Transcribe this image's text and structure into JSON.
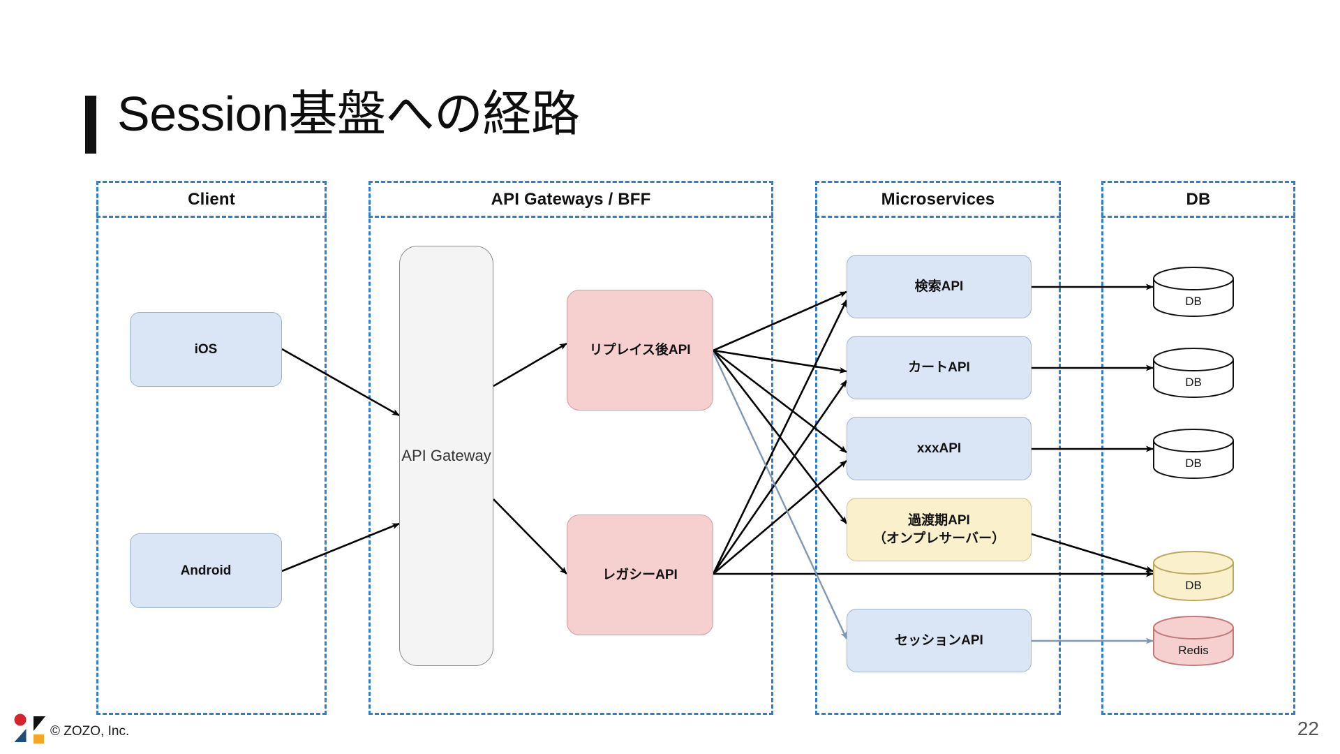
{
  "slide": {
    "title": "Session基盤への経路",
    "page_number": "22",
    "copyright": "© ZOZO, Inc.",
    "accent_color": "#2f7dd1",
    "title_bar_color": "#111111"
  },
  "lanes": [
    {
      "id": "client",
      "label": "Client"
    },
    {
      "id": "api-gateways",
      "label": "API Gateways / BFF"
    },
    {
      "id": "microservices",
      "label": "Microservices"
    },
    {
      "id": "db",
      "label": "DB"
    }
  ],
  "nodes": {
    "ios": {
      "label": "iOS",
      "color": "#dae5f5"
    },
    "android": {
      "label": "Android",
      "color": "#dae5f5"
    },
    "api_gateway": {
      "label": "API Gateway",
      "color": "#f4f4f4"
    },
    "new_api": {
      "label": "リプレイス後API",
      "color": "#f6cfcf"
    },
    "legacy_api": {
      "label": "レガシーAPI",
      "color": "#f6cfcf"
    },
    "search_api": {
      "label": "検索API",
      "color": "#dae5f5"
    },
    "cart_api": {
      "label": "カートAPI",
      "color": "#dae5f5"
    },
    "xxx_api": {
      "label": "xxxAPI",
      "color": "#dae5f5"
    },
    "transition_api": {
      "label": "過渡期API\n（オンプレサーバー）",
      "line1": "過渡期API",
      "line2": "（オンプレサーバー）",
      "color": "#fbf0cc"
    },
    "session_api": {
      "label": "セッションAPI",
      "color": "#dae5f5"
    },
    "db_search": {
      "label": "DB",
      "color": "#ffffff"
    },
    "db_cart": {
      "label": "DB",
      "color": "#ffffff"
    },
    "db_xxx": {
      "label": "DB",
      "color": "#ffffff"
    },
    "db_legacy": {
      "label": "DB",
      "color": "#fbf0cc"
    },
    "redis": {
      "label": "Redis",
      "color": "#f6cfcf"
    }
  },
  "edges": [
    {
      "from": "ios",
      "to": "api_gateway",
      "style": "solid-black"
    },
    {
      "from": "android",
      "to": "api_gateway",
      "style": "solid-black"
    },
    {
      "from": "api_gateway",
      "to": "new_api",
      "style": "solid-black"
    },
    {
      "from": "api_gateway",
      "to": "legacy_api",
      "style": "solid-black"
    },
    {
      "from": "new_api",
      "to": "search_api",
      "style": "solid-black"
    },
    {
      "from": "new_api",
      "to": "cart_api",
      "style": "solid-black"
    },
    {
      "from": "new_api",
      "to": "xxx_api",
      "style": "solid-black"
    },
    {
      "from": "new_api",
      "to": "transition_api",
      "style": "solid-black"
    },
    {
      "from": "new_api",
      "to": "session_api",
      "style": "solid-gray-blue"
    },
    {
      "from": "legacy_api",
      "to": "search_api",
      "style": "solid-black"
    },
    {
      "from": "legacy_api",
      "to": "cart_api",
      "style": "solid-black"
    },
    {
      "from": "legacy_api",
      "to": "xxx_api",
      "style": "solid-black"
    },
    {
      "from": "legacy_api",
      "to": "db_legacy",
      "style": "solid-black"
    },
    {
      "from": "search_api",
      "to": "db_search",
      "style": "solid-black"
    },
    {
      "from": "cart_api",
      "to": "db_cart",
      "style": "solid-black"
    },
    {
      "from": "xxx_api",
      "to": "db_xxx",
      "style": "solid-black"
    },
    {
      "from": "transition_api",
      "to": "db_legacy",
      "style": "solid-black"
    },
    {
      "from": "session_api",
      "to": "redis",
      "style": "solid-gray-blue"
    }
  ]
}
